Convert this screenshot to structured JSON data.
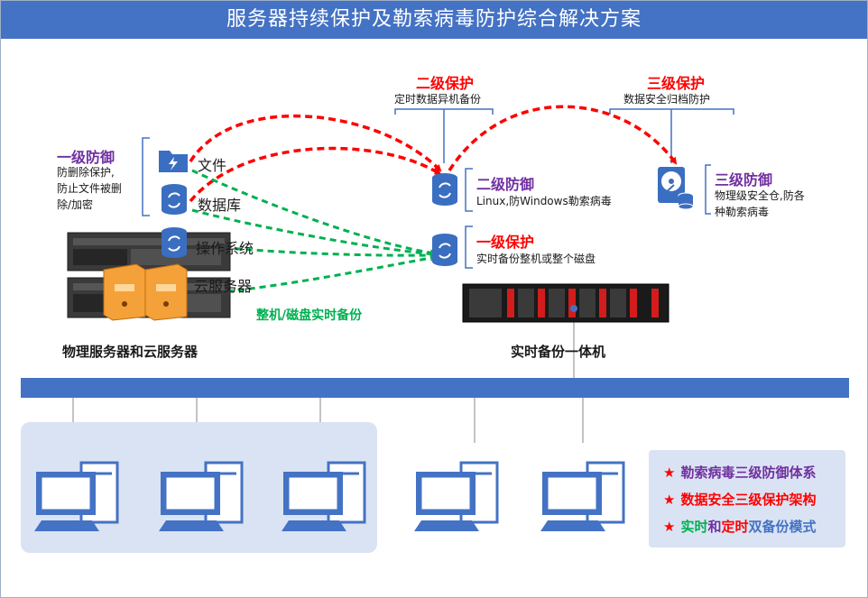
{
  "header": {
    "title": "服务器持续保护及勒索病毒防护综合解决方案"
  },
  "level1_defense": {
    "title": "一级防御",
    "lines": [
      "防删除保护,",
      "防止文件被删",
      "除/加密"
    ]
  },
  "server_items": {
    "file": "文件",
    "database": "数据库",
    "os": "操作系统",
    "cloud": "云服务器"
  },
  "servers_caption": "物理服务器和云服务器",
  "realtime_label": "整机/磁盘实时备份",
  "level2_protect": {
    "title": "二级保护",
    "subtitle": "定时数据异机备份"
  },
  "level3_protect": {
    "title": "三级保护",
    "subtitle": "数据安全归档防护"
  },
  "level2_defense": {
    "title": "二级防御",
    "desc": "Linux,防Windows勒索病毒"
  },
  "level1_protect": {
    "title": "一级保护",
    "desc": "实时备份整机或整个磁盘"
  },
  "appliance_caption": "实时备份一体机",
  "level3_defense": {
    "title": "三级防御",
    "lines": [
      "物理级安全仓,防各",
      "种勒索病毒"
    ]
  },
  "legend": {
    "item1": "勒索病毒三级防御体系",
    "item2": "数据安全三级保护架构",
    "item3_part1": "实时",
    "item3_part2": "和",
    "item3_part3": "定时",
    "item3_part4": "双备份模式"
  },
  "colors": {
    "blue": "#4472c4",
    "red": "#ff0000",
    "green": "#00b050",
    "purple": "#7030a0",
    "orange": "#f5a13a"
  }
}
